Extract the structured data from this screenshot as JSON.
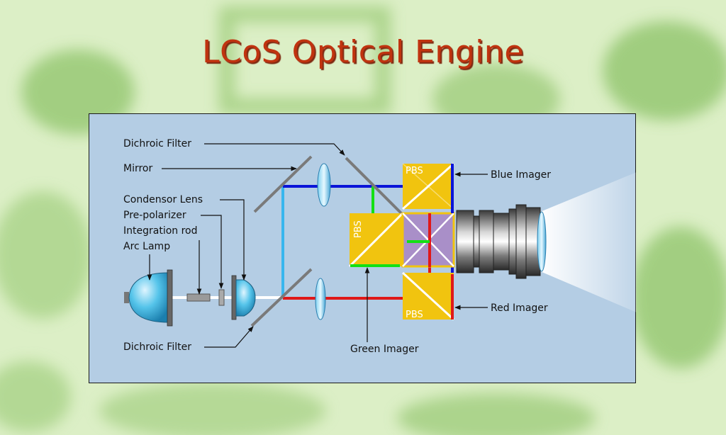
{
  "title": "LCoS Optical Engine",
  "labels": {
    "dichroic_filter_top": "Dichroic Filter",
    "mirror": "Mirror",
    "condensor_lens": "Condensor Lens",
    "pre_polarizer": "Pre-polarizer",
    "integration_rod": "Integration rod",
    "arc_lamp": "Arc Lamp",
    "dichroic_filter_bottom": "Dichroic Filter",
    "green_imager": "Green Imager",
    "blue_imager": "Blue Imager",
    "red_imager": "Red Imager",
    "pbs_top": "PBS",
    "pbs_left": "PBS",
    "pbs_bottom": "PBS"
  },
  "colors": {
    "title": "#c0330f",
    "panel": "#b4cde4",
    "blue_beam": "#0a14d8",
    "red_beam": "#e01818",
    "green_beam": "#14e014",
    "cyan_beam": "#38b6ee",
    "pbs": "#f1c40f",
    "prism": "#a98fc8"
  }
}
